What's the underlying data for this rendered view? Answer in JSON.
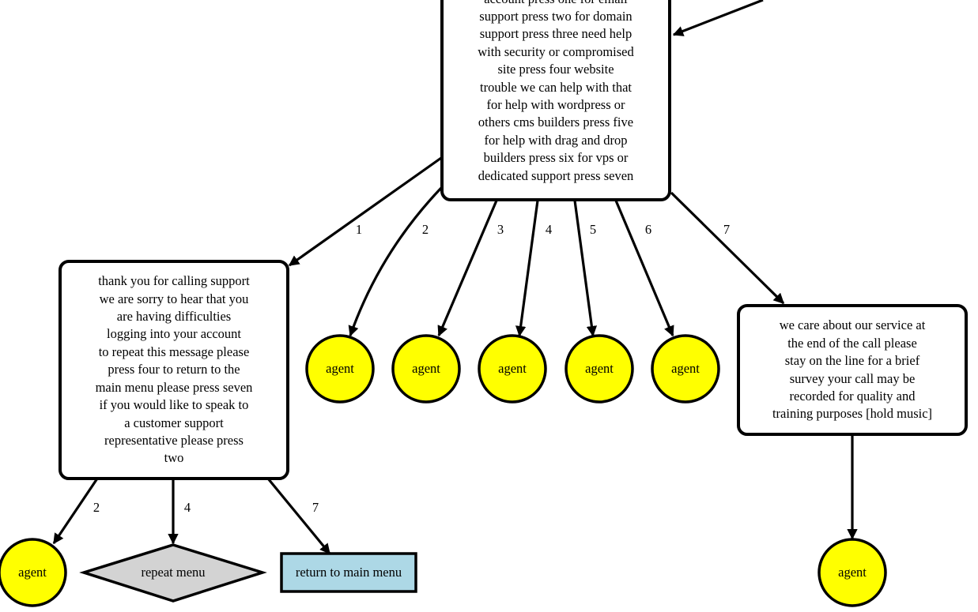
{
  "main_menu_prompt": {
    "lines": [
      "account press one for email",
      "support press two for domain",
      "support press three need help",
      "with security or compromised",
      "site press four website",
      "trouble we can help with that",
      "for help with wordpress or",
      "others cms builders press five",
      "for help with drag and drop",
      "builders press six for vps or",
      "dedicated support press seven"
    ]
  },
  "login_help_prompt": {
    "lines": [
      "thank you for calling support",
      "we are sorry to hear that you",
      "are having difficulties",
      "logging into your account",
      "to repeat this message please",
      "press four to return to the",
      "main menu please press seven",
      "if you would like to speak to",
      "a customer support",
      "representative please press",
      "two"
    ]
  },
  "survey_prompt": {
    "lines": [
      "we care about our service at",
      "the end of the call please",
      "stay on the line for a brief",
      "survey your call may be",
      "recorded for quality and",
      "training purposes [hold music]"
    ]
  },
  "agent_label": "agent",
  "repeat_menu_label": "repeat menu",
  "return_main_menu_label": "return to main menu",
  "edge_labels": {
    "main_1": "1",
    "main_2": "2",
    "main_3": "3",
    "main_4": "4",
    "main_5": "5",
    "main_6": "6",
    "main_7": "7",
    "login_2": "2",
    "login_4": "4",
    "login_7": "7"
  },
  "colors": {
    "agent_fill": "#ffff00",
    "repeat_menu_fill": "#d3d3d3",
    "return_menu_fill": "#add8e6",
    "stroke": "#000000"
  }
}
